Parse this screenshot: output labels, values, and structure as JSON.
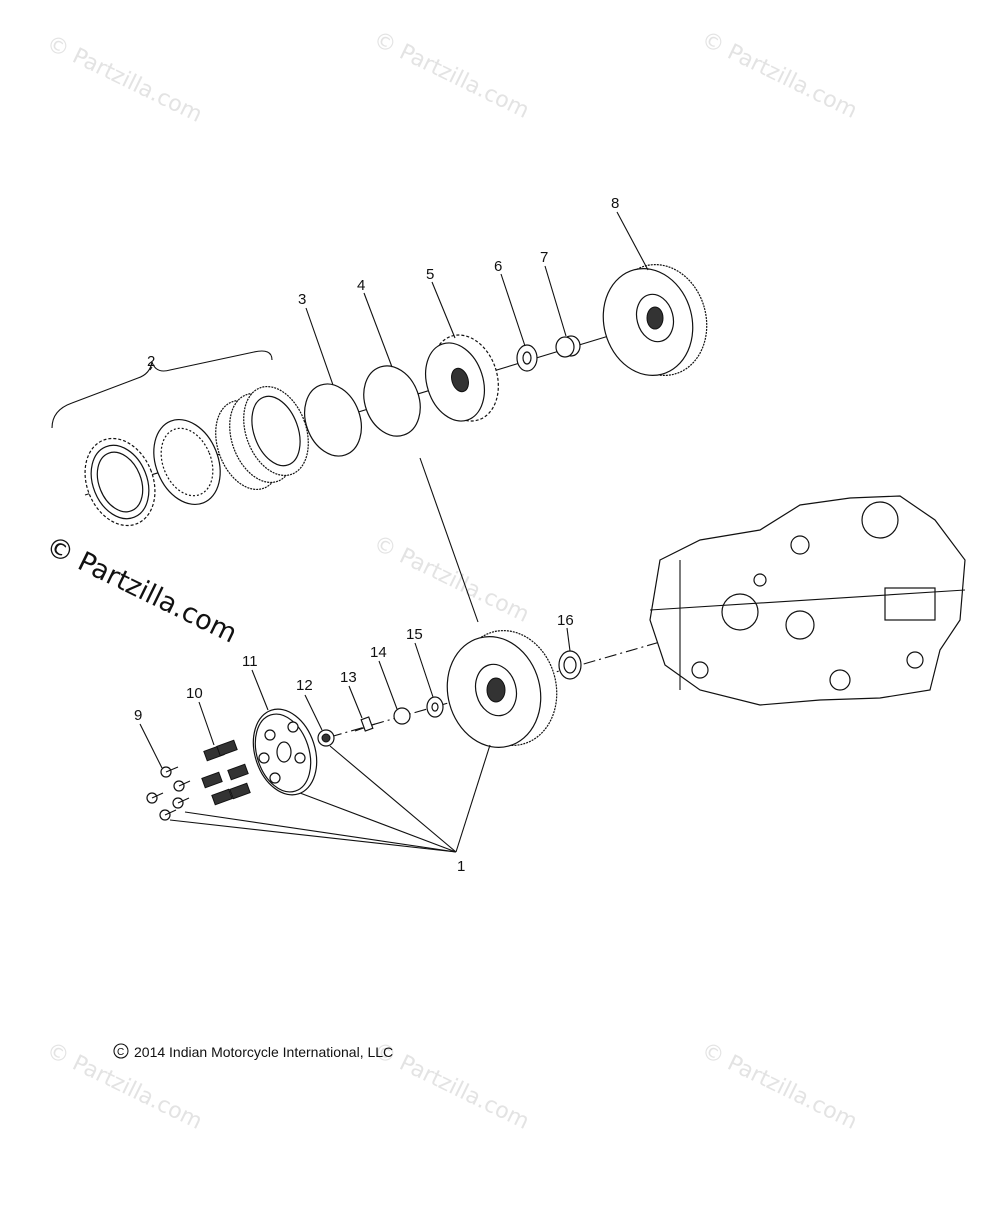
{
  "watermark": {
    "text": "© Partzilla.com",
    "prominent_text": "© Partzilla.com"
  },
  "copyright": "2014 Indian Motorcycle International, LLC",
  "callouts": [
    "1",
    "2",
    "3",
    "4",
    "5",
    "6",
    "7",
    "8",
    "9",
    "10",
    "11",
    "12",
    "13",
    "14",
    "15",
    "16"
  ]
}
